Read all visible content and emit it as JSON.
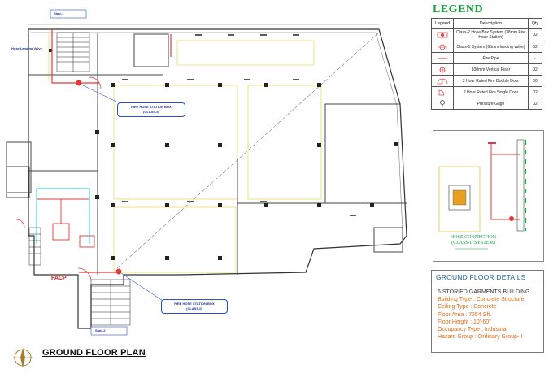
{
  "legend": {
    "title": "LEGEND",
    "headers": [
      "Legend",
      "Description",
      "Qty"
    ],
    "rows": [
      {
        "desc": "Class-2 Hose Box System (38mm Fire Hose Station)",
        "qty": "02",
        "icon": "hose-box-icon"
      },
      {
        "desc": "Class-1 System (65mm landing valve)",
        "qty": "02",
        "icon": "landing-valve-icon"
      },
      {
        "desc": "Fire Pipe",
        "qty": "-",
        "icon": "fire-pipe-icon"
      },
      {
        "desc": "100mm Vertical Riser",
        "qty": "02",
        "icon": "vertical-riser-icon"
      },
      {
        "desc": "2 Hour Rated Fire Double Door",
        "qty": "00",
        "icon": "double-door-icon"
      },
      {
        "desc": "2 Hour Rated Fire Single Door",
        "qty": "02",
        "icon": "single-door-icon"
      },
      {
        "desc": "Pressure Gage",
        "qty": "02",
        "icon": "pressure-gage-icon"
      }
    ]
  },
  "hose_connection": {
    "caption_line1": "HOSE CONNECTION",
    "caption_line2": "(CLASS-II SYSTEM)"
  },
  "ground_floor_details": {
    "heading": "GROUND FLOOR DETAILS",
    "building": "6 STORIED GARMENTS BUILDING",
    "lines": [
      "Building Type : Concrete Structure",
      "Ceiling  Type : Concrete",
      "Floor Area : 7254 Sft.",
      "Floor Height : 10'-60\"",
      "Occupancy Type : Industrial",
      "Hazard Group : Ordinary Group-II"
    ]
  },
  "plan": {
    "title": "GROUND FLOOR PLAN",
    "north": "N",
    "facp": "FACP",
    "stair1": "Stair-1",
    "stair2": "Stair-2",
    "hose_callout_1_a": "FIRE HOSE STATION BOX",
    "hose_callout_1_b": "(CLASS-II)",
    "hose_callout_2_a": "FIRE HOSE STATION BOX",
    "hose_callout_2_b": "(CLASS-II)",
    "landing_valve": "Hose Landing Valve"
  },
  "colors": {
    "legend_title": "#11a63a",
    "fire_pipe": "#e03a3a",
    "yellow_lines": "#e8e060",
    "callout_border": "#2b53c9",
    "details_heading": "#1f5f9a",
    "details_text": "#e06a14"
  }
}
